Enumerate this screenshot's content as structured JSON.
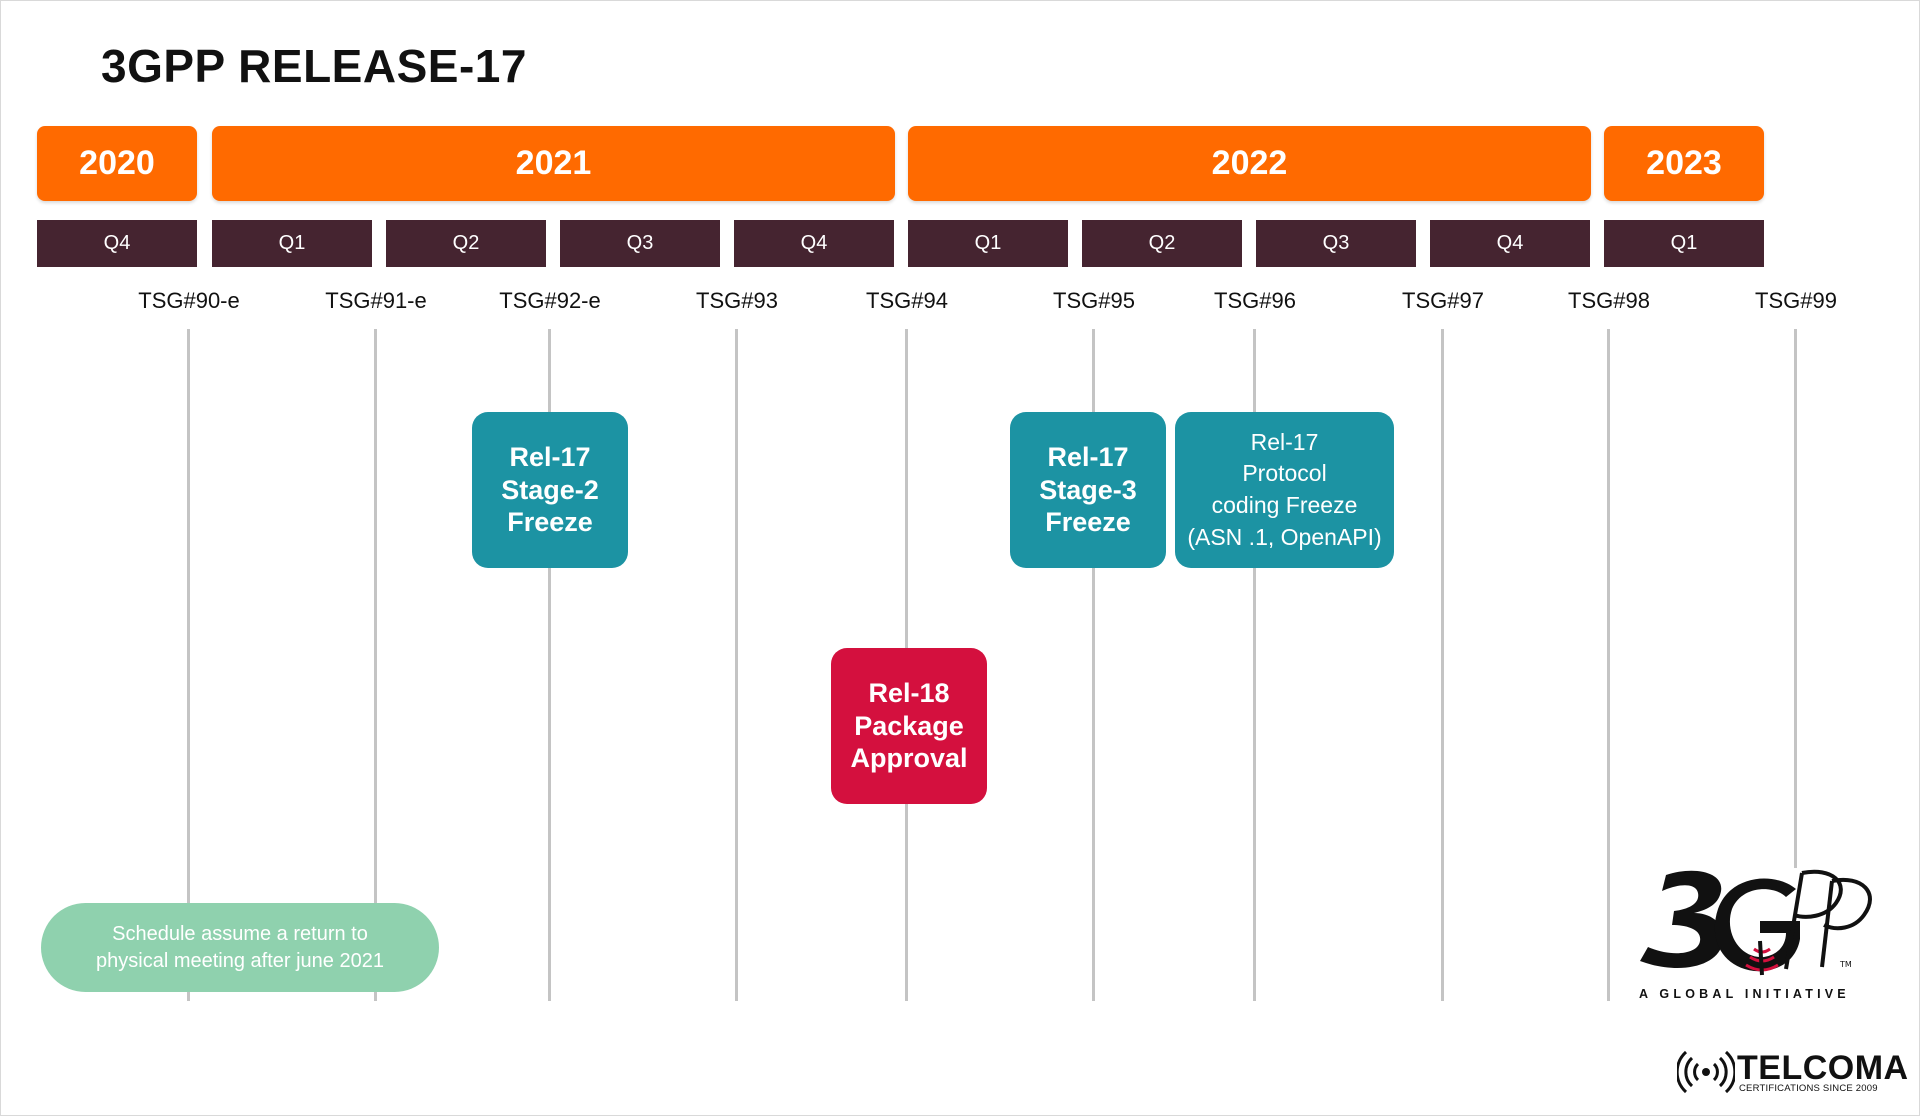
{
  "title": "3GPP RELEASE-17",
  "years": [
    {
      "label": "2020"
    },
    {
      "label": "2021"
    },
    {
      "label": "2022"
    },
    {
      "label": "2023"
    }
  ],
  "quarters": [
    {
      "label": "Q4"
    },
    {
      "label": "Q1"
    },
    {
      "label": "Q2"
    },
    {
      "label": "Q3"
    },
    {
      "label": "Q4"
    },
    {
      "label": "Q1"
    },
    {
      "label": "Q2"
    },
    {
      "label": "Q3"
    },
    {
      "label": "Q4"
    },
    {
      "label": "Q1"
    }
  ],
  "meetings": [
    {
      "label": "TSG#90-e"
    },
    {
      "label": "TSG#91-e"
    },
    {
      "label": "TSG#92-e"
    },
    {
      "label": "TSG#93"
    },
    {
      "label": "TSG#94"
    },
    {
      "label": "TSG#95"
    },
    {
      "label": "TSG#96"
    },
    {
      "label": "TSG#97"
    },
    {
      "label": "TSG#98"
    },
    {
      "label": "TSG#99"
    }
  ],
  "milestones": [
    {
      "lines": [
        "Rel-17",
        "Stage-2",
        "Freeze"
      ],
      "color": "#1c93a3"
    },
    {
      "lines": [
        "Rel-17",
        "Stage-3",
        "Freeze"
      ],
      "color": "#1c93a3"
    },
    {
      "lines": [
        "Rel-17",
        "Protocol",
        "coding Freeze",
        "(ASN .1, OpenAPI)"
      ],
      "color": "#1c93a3"
    },
    {
      "lines": [
        "Rel-18",
        "Package",
        "Approval"
      ],
      "color": "#d4103e"
    }
  ],
  "note": {
    "line1": "Schedule assume a return to",
    "line2": "physical meeting after june 2021",
    "color": "#8fd1ae"
  },
  "logo_3gpp": {
    "tagline": "A GLOBAL INITIATIVE"
  },
  "brand": {
    "name": "TELCOMA",
    "tagline": "CERTIFICATIONS SINCE 2009"
  },
  "colors": {
    "year_bar": "#ff6a00",
    "quarter_bar": "#452430",
    "gridline": "#c4c4c4"
  }
}
